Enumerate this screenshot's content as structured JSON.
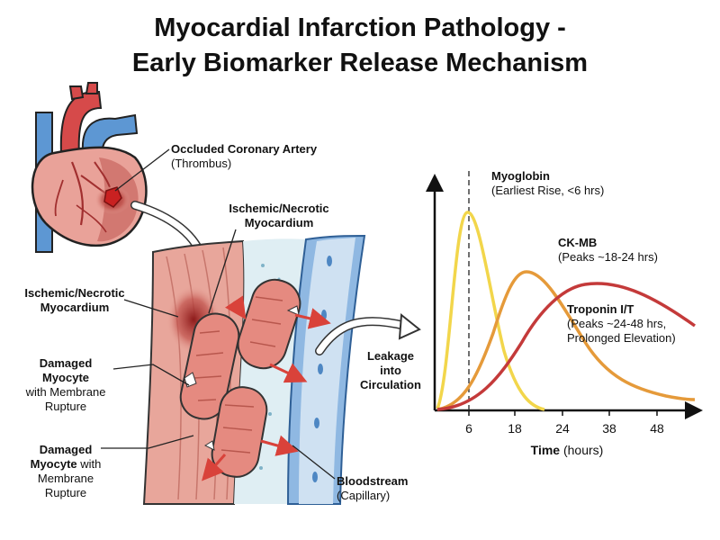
{
  "title_line1": "Myocardial Infarction Pathology -",
  "title_line2": "Early Biomarker Release Mechanism",
  "labels": {
    "occluded_bold": "Occluded Coronary Artery",
    "occluded_sub": "(Thrombus)",
    "ischemic_top_1": "Ischemic/Necrotic",
    "ischemic_top_2": "Myocardium",
    "ischemic_left_1": "Ischemic/Necrotic",
    "ischemic_left_2": "Myocardium",
    "damaged1_1": "Damaged",
    "damaged1_2": "Myocyte",
    "damaged1_3": "with Membrane",
    "damaged1_4": "Rupture",
    "damaged2_1": "Damaged",
    "damaged2_2": "Myocyte",
    "damaged2_2b": " with",
    "damaged2_3": "Membrane",
    "damaged2_4": "Rupture",
    "leakage_1": "Leakage",
    "leakage_2": "into",
    "leakage_3": "Circulation",
    "blood_bold": "Bloodstream",
    "blood_sub": "(Capillary)"
  },
  "colors": {
    "myoglobin": "#f2d64b",
    "ckmb": "#e59a3a",
    "troponin": "#c43a3a",
    "artery_red": "#d64a4a",
    "vein_blue": "#4f8cc9",
    "tissue": "#e8a69b",
    "capillary": "#7aa9dd"
  },
  "chart_data": {
    "type": "line",
    "xlabel_bold": "Time",
    "xlabel_unit": "(hours)",
    "x_ticks": [
      "6",
      "18",
      "24",
      "38",
      "48"
    ],
    "series": [
      {
        "name": "Myoglobin",
        "note": "(Earliest Rise, <6 hrs)",
        "peak_x": 6
      },
      {
        "name": "CK-MB",
        "note": "(Peaks ~18-24 hrs)",
        "peak_x": 20
      },
      {
        "name": "Troponin I/T",
        "note_1": "(Peaks ~24-48 hrs,",
        "note_2": "Prolonged Elevation)",
        "peak_x": 34
      }
    ],
    "marker_x": 6
  }
}
